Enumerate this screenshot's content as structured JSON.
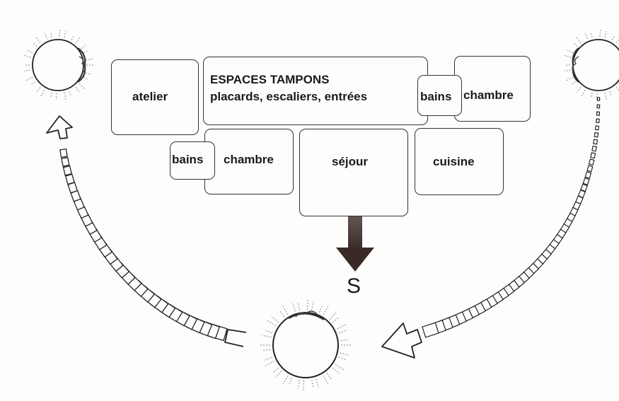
{
  "diagram": {
    "orientation_label": "S",
    "rooms": {
      "atelier": "atelier",
      "buffer_title": "ESPACES TAMPONS",
      "buffer_subtitle": "placards, escaliers, entrées",
      "bains_top": "bains",
      "chambre_top": "chambre",
      "bains_bottom": "bains",
      "chambre_bottom": "chambre",
      "sejour": "séjour",
      "cuisine": "cuisine"
    },
    "suns": [
      "sunrise-east",
      "noon-south",
      "sunset-west"
    ],
    "colors": {
      "ink": "#1a1a1a",
      "arrow": "#3a2a26",
      "paper": "#fdfdfc"
    }
  }
}
